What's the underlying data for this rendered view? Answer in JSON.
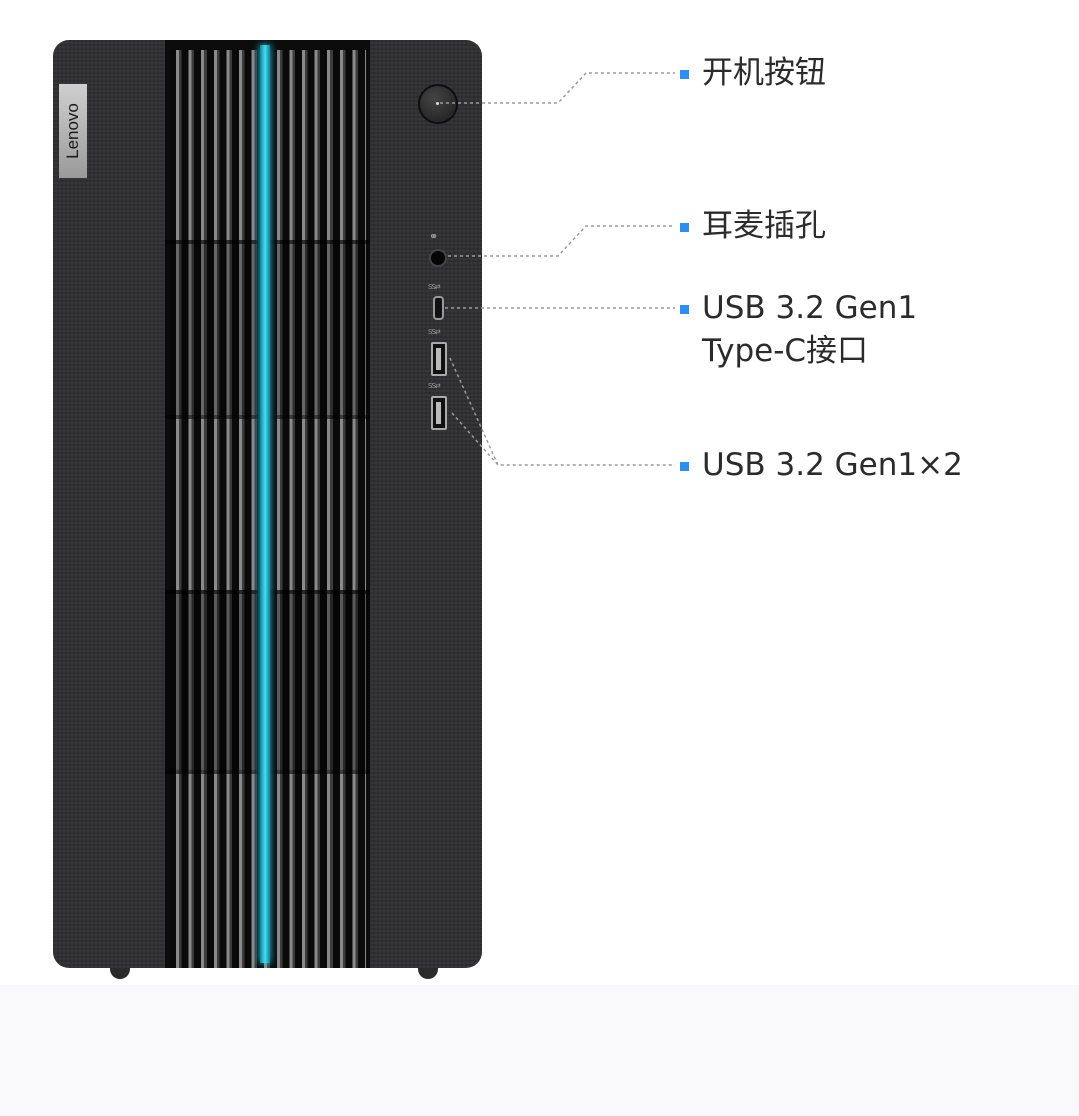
{
  "product": {
    "brand_logo": "Lenovo"
  },
  "callouts": [
    {
      "label": "开机按钮"
    },
    {
      "label": "耳麦插孔"
    },
    {
      "label": "USB 3.2 Gen1",
      "label2": "Type-C接口"
    },
    {
      "label": "USB 3.2 Gen1×2"
    }
  ],
  "colors": {
    "bullet": "#2c8ef0",
    "light_bar": "#3fe0f6",
    "chassis": "#303032"
  }
}
